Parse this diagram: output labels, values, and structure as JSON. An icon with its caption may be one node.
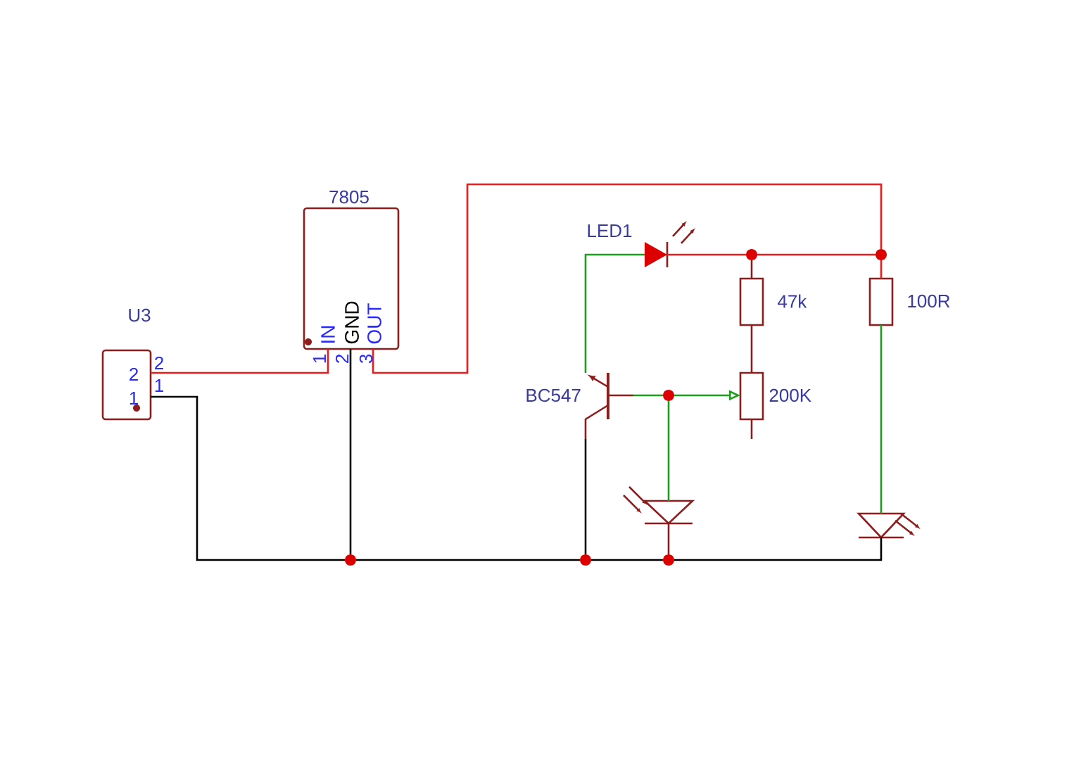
{
  "diagram": {
    "nodes": [
      {
        "text": [
          "U3",
          "2",
          "1"
        ]
      },
      {
        "text": [
          "7805",
          "IN",
          "GND",
          "OUT"
        ]
      },
      {
        "text": [
          "LED1"
        ]
      },
      {
        "text": [
          "47k"
        ]
      },
      {
        "text": [
          "100R"
        ]
      },
      {
        "text": [
          "BC547"
        ]
      },
      {
        "text": [
          "200K"
        ]
      },
      {
        "text": [],
        "shape": "diode"
      },
      {
        "text": [],
        "shape": "diode"
      },
      {
        "text": [],
        "shape": "circle"
      },
      {
        "text": [],
        "shape": "circle"
      },
      {
        "text": [],
        "shape": "circle"
      },
      {
        "text": [],
        "shape": "circle"
      },
      {
        "text": [],
        "shape": "circle"
      },
      {
        "text": [],
        "shape": "circle"
      }
    ],
    "edges": [
      {
        "from": 0,
        "to": 1,
        "arrow": "none",
        "color": "#ee1c1c"
      },
      {
        "from": 0,
        "to": 9,
        "arrow": "none",
        "color": "#000000"
      },
      {
        "from": 1,
        "to": 9,
        "arrow": "none",
        "color": "#000000"
      },
      {
        "from": 1,
        "to": 14,
        "arrow": "none",
        "color": "#ee1c1c"
      },
      {
        "from": 14,
        "to": 4,
        "arrow": "none",
        "color": "#ee1c1c"
      },
      {
        "from": 14,
        "to": 13,
        "arrow": "none",
        "color": "#ee1c1c"
      },
      {
        "from": 13,
        "to": 3,
        "arrow": "none",
        "color": "#8f1d1d"
      },
      {
        "from": 13,
        "to": 2,
        "arrow": "none",
        "color": "#ee1c1c"
      },
      {
        "from": 2,
        "to": 5,
        "arrow": "none",
        "color": "#1e9e1e"
      },
      {
        "from": 3,
        "to": 6,
        "arrow": "none",
        "color": "#8f1d1d"
      },
      {
        "from": 5,
        "to": 11,
        "arrow": "none",
        "color": "#1e9e1e"
      },
      {
        "from": 11,
        "to": 6,
        "arrow": "to",
        "color": "#1e9e1e"
      },
      {
        "from": 11,
        "to": 7,
        "arrow": "none",
        "color": "#1e9e1e"
      },
      {
        "from": 4,
        "to": 8,
        "arrow": "none",
        "color": "#1e9e1e"
      },
      {
        "from": 9,
        "to": 10,
        "arrow": "none",
        "color": "#000000"
      },
      {
        "from": 5,
        "to": 10,
        "arrow": "none",
        "color": "#000000"
      },
      {
        "from": 10,
        "to": 12,
        "arrow": "none",
        "color": "#000000"
      },
      {
        "from": 7,
        "to": 12,
        "arrow": "none",
        "color": "#8f1d1d"
      },
      {
        "from": 12,
        "to": 8,
        "arrow": "none",
        "color": "#000000"
      }
    ],
    "labels": [
      "2",
      "1",
      "1",
      "2",
      "3"
    ]
  }
}
